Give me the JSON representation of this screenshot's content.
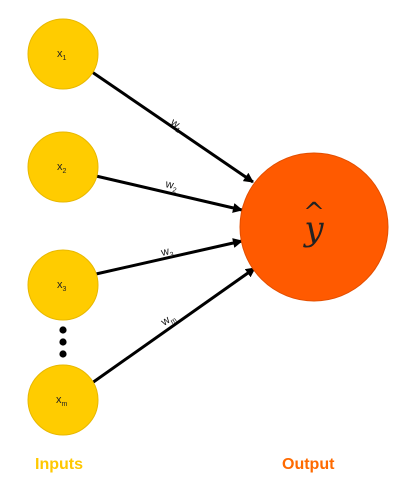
{
  "colors": {
    "input_node": "#FFCC00",
    "input_node_stroke": "#E8B800",
    "output_node": "#FF5A00",
    "output_node_stroke": "#E24E00",
    "edge": "#000000",
    "inputs_caption": "#FFC800",
    "output_caption": "#FF6A00"
  },
  "inputs": [
    {
      "base": "x",
      "sub": "1"
    },
    {
      "base": "x",
      "sub": "2"
    },
    {
      "base": "x",
      "sub": "3"
    },
    {
      "base": "x",
      "sub": "m"
    }
  ],
  "weights": [
    {
      "base": "w",
      "sub": "1"
    },
    {
      "base": "w",
      "sub": "2"
    },
    {
      "base": "w",
      "sub": "3"
    },
    {
      "base": "w",
      "sub": "m"
    }
  ],
  "output": {
    "symbol": "y",
    "accent": "^"
  },
  "captions": {
    "inputs": "Inputs",
    "output": "Output"
  }
}
